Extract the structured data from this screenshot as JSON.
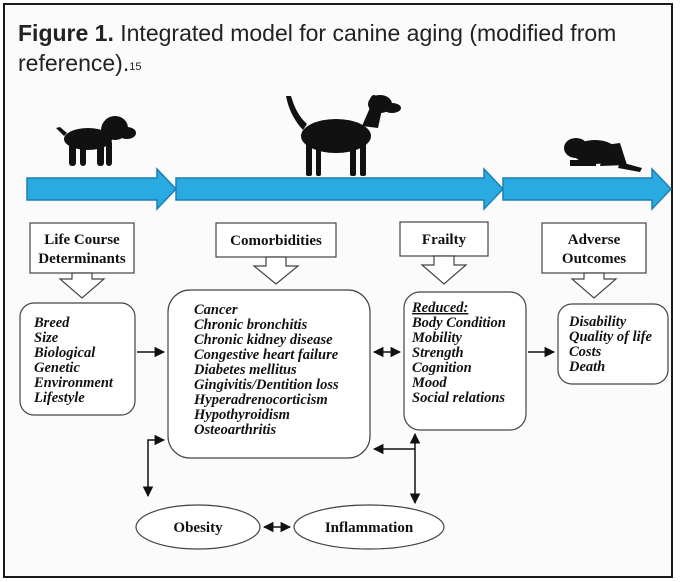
{
  "caption": {
    "label": "Figure 1.",
    "text": " Integrated model for canine aging (modified from reference).",
    "ref": "15"
  },
  "headers": {
    "life_course_line1": "Life Course",
    "life_course_line2": "Determinants",
    "comorbidities": "Comorbidities",
    "frailty": "Frailty",
    "adverse_line1": "Adverse",
    "adverse_line2": "Outcomes"
  },
  "life_course_items": [
    "Breed",
    "Size",
    "Biological",
    "Genetic",
    "Environment",
    "Lifestyle"
  ],
  "comorbidity_items": [
    "Cancer",
    "Chronic bronchitis",
    "Chronic kidney disease",
    "Congestive heart failure",
    "Diabetes mellitus",
    "Gingivitis/Dentition loss",
    "Hyperadrenocorticism",
    "Hypothyroidism",
    "Osteoarthritis"
  ],
  "frailty": {
    "heading": "Reduced:",
    "items": [
      "Body Condition",
      "Mobility",
      "Strength",
      "Cognition",
      "Mood",
      "Social relations"
    ]
  },
  "adverse_items": [
    "Disability",
    "Quality of life",
    "Costs",
    "Death"
  ],
  "ovals": {
    "obesity": "Obesity",
    "inflammation": "Inflammation"
  },
  "colors": {
    "arrow_fill": "#29abe2",
    "arrow_stroke": "#1d7fb3",
    "dog": "#111111"
  }
}
